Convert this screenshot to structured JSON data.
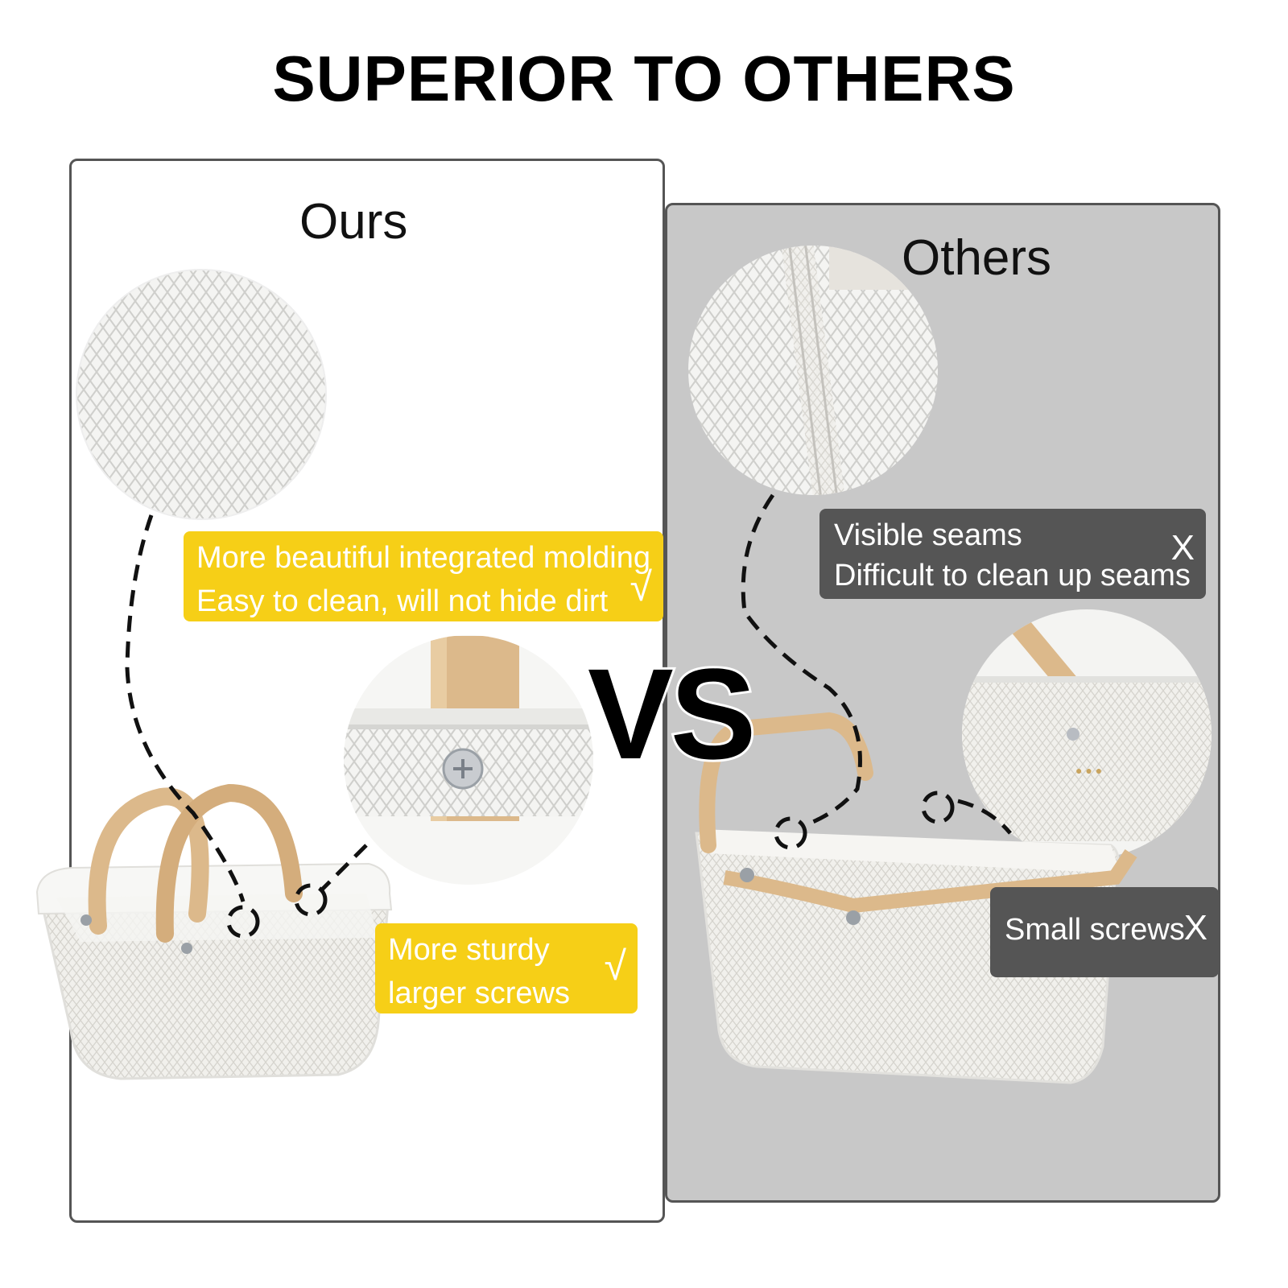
{
  "title": "SUPERIOR TO OTHERS",
  "vs_label": "VS",
  "ours": {
    "label": "Ours",
    "callout_molding": {
      "line1": "More beautiful integrated molding",
      "line2": "Easy to clean, will not hide dirt",
      "mark": "√"
    },
    "callout_screws": {
      "line1": "More sturdy",
      "line2": "larger screws",
      "mark": "√"
    }
  },
  "others": {
    "label": "Others",
    "callout_seams": {
      "line1": "Visible seams",
      "line2": "Difficult to clean up seams",
      "mark": "X"
    },
    "callout_screws": {
      "line1": "Small screws",
      "mark": "X"
    }
  },
  "colors": {
    "yellow": "#f6cf17",
    "dark_gray": "#555555",
    "panel_gray": "#c8c8c8",
    "wood": "#dcb98b",
    "basket": "#f3f2ef"
  },
  "icons": [
    "checkmark-icon",
    "x-mark-icon"
  ]
}
